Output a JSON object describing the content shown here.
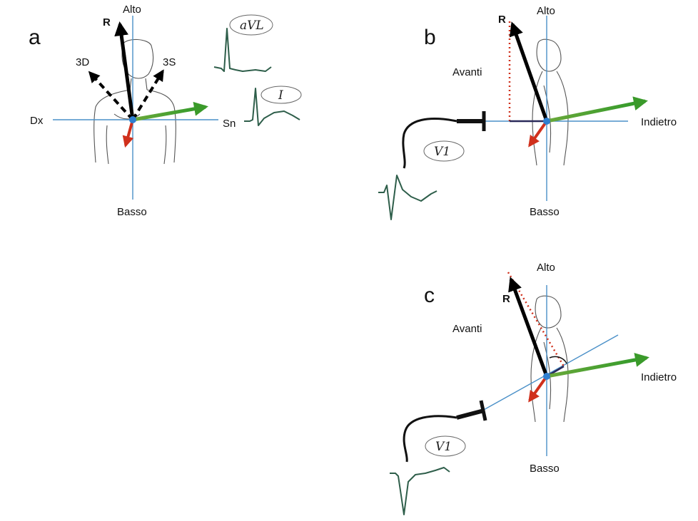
{
  "panels": {
    "a": {
      "letter": "a",
      "label_up": "Alto",
      "label_down": "Basso",
      "label_left": "Dx",
      "label_right": "Sn",
      "label_r": "R",
      "label_3d": "3D",
      "label_3s": "3S",
      "lead_top": "aVL",
      "lead_mid": "I"
    },
    "b": {
      "letter": "b",
      "label_up": "Alto",
      "label_down": "Basso",
      "label_front": "Avanti",
      "label_back": "Indietro",
      "label_r": "R",
      "lead": "V1"
    },
    "c": {
      "letter": "c",
      "label_up": "Alto",
      "label_down": "Basso",
      "label_front": "Avanti",
      "label_back": "Indietro",
      "label_r": "R",
      "lead": "V1"
    }
  },
  "colors": {
    "axis": "#4a90c8",
    "vector_r": "#000000",
    "vector_green": "#3a9a2a",
    "vector_red": "#d0301c",
    "projection": "#d0301c",
    "origin": "#2f7fd0",
    "ecg": "#2e5e4a"
  }
}
